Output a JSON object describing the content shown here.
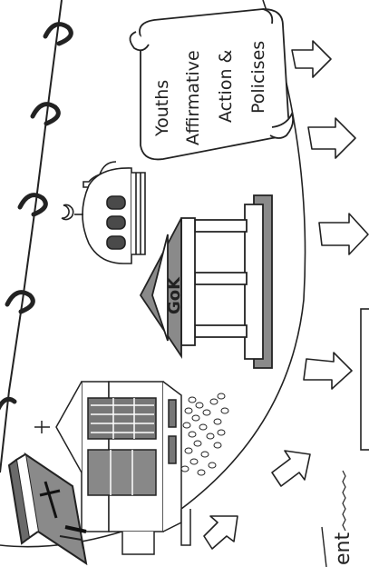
{
  "scroll": {
    "line1": "Youths",
    "line2": "Affirmative",
    "line3": "Action &",
    "line4": "Policises"
  },
  "gok_label": "GoK",
  "partial_text": "ent",
  "colors": {
    "ink": "#222222",
    "shade": "#8a8a8a",
    "dark": "#4a4a4a",
    "paper": "#ffffff"
  },
  "icons": [
    "bible-icon",
    "church-icon",
    "mosque-icon",
    "government-building-icon",
    "scroll-icon",
    "arrow-icon",
    "spiral-binding-icon"
  ]
}
